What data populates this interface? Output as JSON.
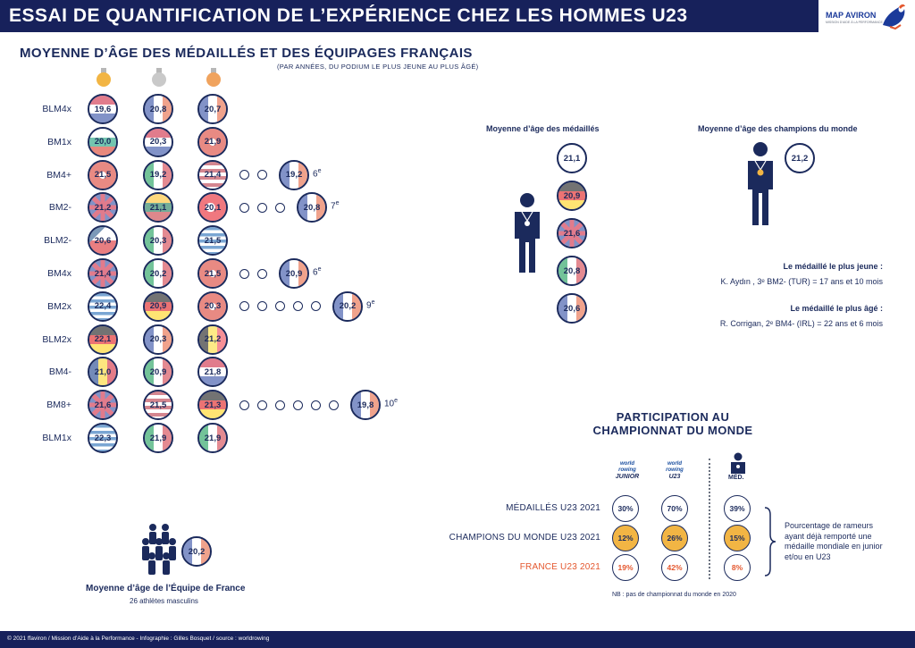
{
  "header": {
    "title": "ESSAI DE QUANTIFICATION DE L’EXPÉRIENCE CHEZ LES HOMMES U23",
    "logo_text": "MAP AVIRON",
    "logo_sub": "MISSION D’AIDE À LA PERFORMANCE"
  },
  "section": {
    "title": "MOYENNE D’ÂGE DES MÉDAILLÉS ET DES ÉQUIPAGES FRANÇAIS",
    "subtitle": "(PAR ANNÉES, DU PODIUM LE PLUS JEUNE AU PLUS ÂGÉ)"
  },
  "colors": {
    "navy": "#1b2a5c",
    "gold": "#f2b544",
    "silver": "#c9c9c9",
    "bronze": "#f0a35e",
    "red": "#e4572e"
  },
  "boats": [
    {
      "label": "BLM4x",
      "values": [
        "19,6",
        "20,8",
        "20,7"
      ],
      "flags": [
        "NED",
        "FRA",
        "FRA"
      ],
      "dots": 0,
      "fra_value": "",
      "fra_place": ""
    },
    {
      "label": "BM1x",
      "values": [
        "20,0",
        "20,3",
        "21,9"
      ],
      "flags": [
        "BUL",
        "NED",
        "SUI"
      ],
      "dots": 0,
      "fra_value": "",
      "fra_place": ""
    },
    {
      "label": "BM4+",
      "values": [
        "21,5",
        "19,2",
        "21,4"
      ],
      "flags": [
        "SUI",
        "ITA",
        "USA"
      ],
      "dots": 2,
      "fra_value": "19,2",
      "fra_place": "6"
    },
    {
      "label": "BM2-",
      "values": [
        "21,2",
        "21,1",
        "20,1"
      ],
      "flags": [
        "GBR",
        "LTU",
        "TUR"
      ],
      "dots": 3,
      "fra_value": "20,8",
      "fra_place": "7"
    },
    {
      "label": "BLM2-",
      "values": [
        "20,6",
        "20,3",
        "21,5"
      ],
      "flags": [
        "CZE",
        "ITA",
        "GRE"
      ],
      "dots": 0,
      "fra_value": "",
      "fra_place": ""
    },
    {
      "label": "BM4x",
      "values": [
        "21,4",
        "20,2",
        "21,5"
      ],
      "flags": [
        "GBR",
        "ITA",
        "SUI"
      ],
      "dots": 2,
      "fra_value": "20,9",
      "fra_place": "6"
    },
    {
      "label": "BM2x",
      "values": [
        "22,4",
        "20,9",
        "20,3"
      ],
      "flags": [
        "GRE",
        "GER",
        "SUI"
      ],
      "dots": 5,
      "fra_value": "20,2",
      "fra_place": "9"
    },
    {
      "label": "BLM2x",
      "values": [
        "22,1",
        "20,3",
        "21,2"
      ],
      "flags": [
        "GER",
        "FRA",
        "BEL"
      ],
      "dots": 0,
      "fra_value": "",
      "fra_place": ""
    },
    {
      "label": "BM4-",
      "values": [
        "21,0",
        "20,9",
        "21,8"
      ],
      "flags": [
        "ROU",
        "ITA",
        "NED"
      ],
      "dots": 0,
      "fra_value": "",
      "fra_place": ""
    },
    {
      "label": "BM8+",
      "values": [
        "21,6",
        "21,5",
        "21,3"
      ],
      "flags": [
        "GBR",
        "USA",
        "GER"
      ],
      "dots": 6,
      "fra_value": "19,8",
      "fra_place": "10"
    },
    {
      "label": "BLM1x",
      "values": [
        "22,3",
        "21,9",
        "21,9"
      ],
      "flags": [
        "GRE",
        "ITA",
        "ITA"
      ],
      "dots": 0,
      "fra_value": "",
      "fra_place": ""
    }
  ],
  "place_suffix": "e",
  "team": {
    "value": "20,2",
    "caption": "Moyenne d’âge de  l’Équipe de France",
    "sub": "26 athlètes masculins"
  },
  "medalists": {
    "title": "Moyenne d’âge des médaillés",
    "values": [
      "21,1",
      "20,9",
      "21,6",
      "20,8",
      "20,6"
    ],
    "flags": [
      "NONE",
      "GER",
      "GBR",
      "ITA",
      "FRA"
    ]
  },
  "champions": {
    "title": "Moyenne d’âge des champions du monde",
    "value": "21,2"
  },
  "facts": {
    "youngest_title": "Le médaillé le plus jeune :",
    "youngest_text": "K. Aydın , 3ᵉ BM2- (TUR) = 17 ans et 10 mois",
    "oldest_title": "Le médaillé le plus âgé :",
    "oldest_text": "R. Corrigan, 2ᵉ BM4- (IRL) = 22 ans et 6 mois"
  },
  "participation": {
    "title_line1": "PARTICIPATION AU",
    "title_line2": "CHAMPIONNAT DU MONDE",
    "col_junior": [
      "world",
      "rowing",
      "JUNIOR"
    ],
    "col_u23": [
      "world",
      "rowing",
      "U23"
    ],
    "col_med": "MÉD.",
    "rows": [
      {
        "label": "MÉDAILLÉS U23 2021",
        "values": [
          "30%",
          "70%",
          "39%"
        ],
        "style": "plain"
      },
      {
        "label": "CHAMPIONS DU MONDE U23 2021",
        "values": [
          "12%",
          "26%",
          "15%"
        ],
        "style": "gold"
      },
      {
        "label": "FRANCE U23 2021",
        "values": [
          "19%",
          "42%",
          "8%"
        ],
        "style": "red"
      }
    ],
    "note": "Pourcentage de rameurs ayant déjà remporté une médaille mondiale en junior et/ou en U23",
    "nb": "NB : pas de championnat du monde en 2020"
  },
  "footer": "© 2021 ffaviron / Mission d’Aide à la Performance - Infographie : Gilles Bosquet / source : worldrowing"
}
